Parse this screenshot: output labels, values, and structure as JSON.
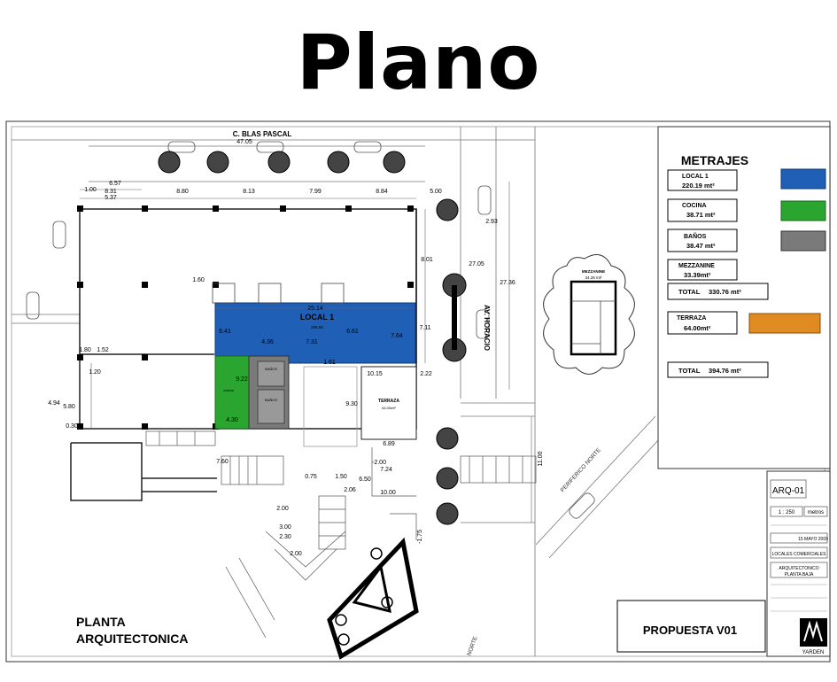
{
  "title": "Plano",
  "street_north": "C. BLAS PASCAL",
  "street_east": "AV. HORACIO",
  "street_diag": "PERIFERICO NORTE",
  "street_diag_partial": "NORTE",
  "plan_label_line1": "PLANTA",
  "plan_label_line2": "ARQUITECTONICA",
  "proposal": "PROPUESTA V01",
  "rooms": {
    "local1": "LOCAL 1",
    "local1_area": "205.65",
    "terraza": "TERRAZA",
    "terraza_area": "64.00mt²",
    "cocina": "cocina",
    "bano": "BAÑOS",
    "mezzanine": "MEZZANINE",
    "mezzanine_area": "34.28 mt²"
  },
  "legend": {
    "heading": "METRAJES",
    "items": [
      {
        "label": "LOCAL 1",
        "value": "220.19 mt²",
        "color": "#1f5fb5"
      },
      {
        "label": "COCINA",
        "value": "38.71 mt²",
        "color": "#2aa52f"
      },
      {
        "label": "BAÑOS",
        "value": "38.47 mt²",
        "color": "#7a7a7a"
      },
      {
        "label": "MEZZANINE",
        "value": "33.39mt²"
      },
      {
        "label": "TOTAL",
        "value": "330.76 mt²"
      },
      {
        "label": "TERRAZA",
        "value": "64.00mt²",
        "color": "#e08a22"
      },
      {
        "label": "TOTAL",
        "value": "394.76 mt²"
      }
    ]
  },
  "dims": {
    "d47_05": "47.05",
    "d6_57": "6.57",
    "d8_31": "8.31",
    "d5_37": "5.37",
    "d1_00": "1.00",
    "d8_80": "8.80",
    "d8_13": "8.13",
    "d7_99": "7.99",
    "d8_84": "8.84",
    "d5_00": "5.00",
    "d2_93": "2.93",
    "d27_05": "27.05",
    "d27_36": "27.36",
    "d8_01": "8.01",
    "d25_14": "25.14",
    "d1_60": "1.60",
    "d6_41": "6.41",
    "d4_36": "4.36",
    "d7_31": "7.31",
    "d6_61": "6.61",
    "d7_64": "7.64",
    "d7_11": "7.11",
    "d1_61": "1.61",
    "d2_22": "2.22",
    "d10_15": "10.15",
    "d9_22": "9.22",
    "d9_30": "9.30",
    "d4_30": "4.30",
    "d6_89": "6.89",
    "d1_80": "1.80",
    "d1_52": "1.52",
    "d1_20": "1.20",
    "d4_94": "4.94",
    "d5_80": "5.80",
    "d0_30": "0.30",
    "d7_60": "7.60",
    "d2_00": "-2.00",
    "d7_24": "7.24",
    "d0_75": "0.75",
    "d1_50": "1.50",
    "d6_50": "6.50",
    "d2_06": "2.06",
    "d10_00": "10.00",
    "d11_00": "11.00",
    "d2_00b": "2.00",
    "d3_00": "3.00",
    "d2_30": "2.30",
    "d2_00c": "2.00",
    "d1_75": "-1.75"
  },
  "titleblock": {
    "sheet": "ARQ-01",
    "scale": "1 : 250",
    "unit": "metros",
    "date": "15 MAYO 2009",
    "project": "LOCALES COMERCIALES",
    "sheet_title_1": "ARQUITECTONICO",
    "sheet_title_2": "PLANTA BAJA",
    "brand": "YARDEN"
  }
}
